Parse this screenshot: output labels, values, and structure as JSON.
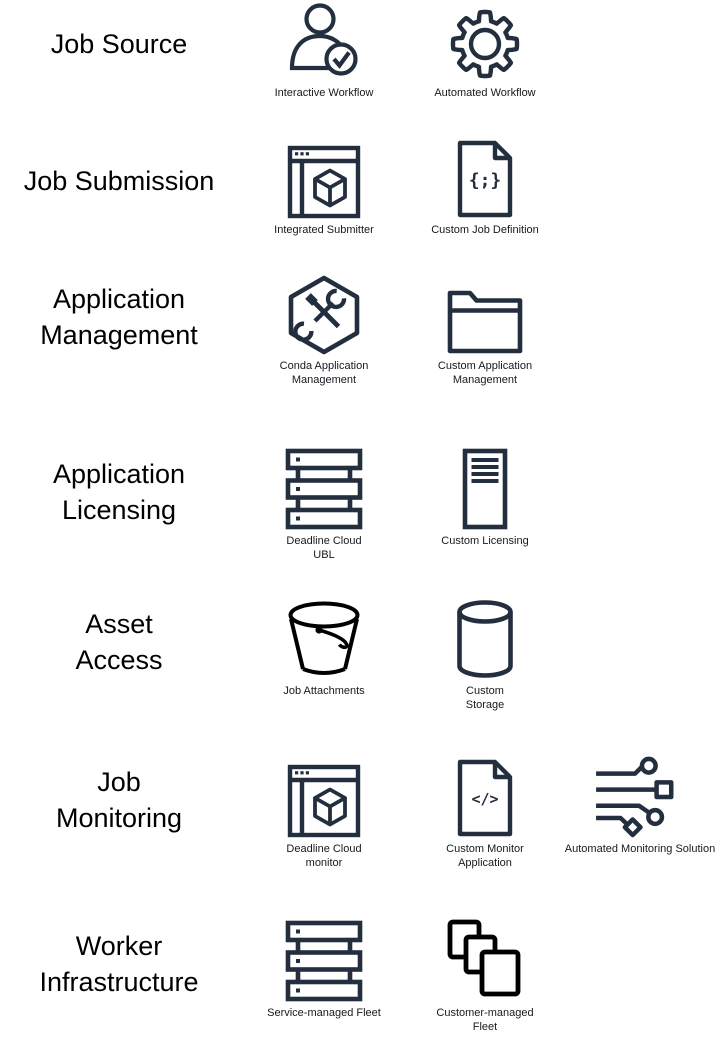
{
  "diagram": {
    "rows": [
      {
        "label": "Job Source",
        "items": [
          {
            "label": "Interactive Workflow",
            "icon": "user-check-icon"
          },
          {
            "label": "Automated Workflow",
            "icon": "gear-icon"
          }
        ]
      },
      {
        "label": "Job Submission",
        "items": [
          {
            "label": "Integrated Submitter",
            "icon": "app-window-cube-icon"
          },
          {
            "label": "Custom Job Definition",
            "icon": "json-document-icon"
          }
        ]
      },
      {
        "label": "Application\nManagement",
        "items": [
          {
            "label": "Conda Application\nManagement",
            "icon": "tools-hexagon-icon"
          },
          {
            "label": "Custom Application\nManagement",
            "icon": "folder-icon"
          }
        ]
      },
      {
        "label": "Application\nLicensing",
        "items": [
          {
            "label": "Deadline Cloud\nUBL",
            "icon": "server-stack-icon"
          },
          {
            "label": "Custom Licensing",
            "icon": "tower-server-icon"
          }
        ]
      },
      {
        "label": "Asset\nAccess",
        "items": [
          {
            "label": "Job Attachments",
            "icon": "bucket-icon",
            "color": "#000000"
          },
          {
            "label": "Custom\nStorage",
            "icon": "cylinder-icon"
          }
        ]
      },
      {
        "label": "Job\nMonitoring",
        "items": [
          {
            "label": "Deadline Cloud\nmonitor",
            "icon": "app-window-cube-icon"
          },
          {
            "label": "Custom Monitor\nApplication",
            "icon": "code-document-icon"
          },
          {
            "label": "Automated Monitoring Solution",
            "icon": "automation-circuit-icon"
          }
        ]
      },
      {
        "label": "Worker\nInfrastructure",
        "items": [
          {
            "label": "Service-managed Fleet",
            "icon": "server-stack-icon"
          },
          {
            "label": "Customer-managed\nFleet",
            "icon": "stacked-squares-icon",
            "color": "#000000"
          }
        ]
      }
    ]
  },
  "colors": {
    "background": "#ffffff",
    "icon_default": "#232f3e",
    "icon_black": "#000000",
    "category_text": "#000000",
    "caption_text": "#16191f"
  }
}
